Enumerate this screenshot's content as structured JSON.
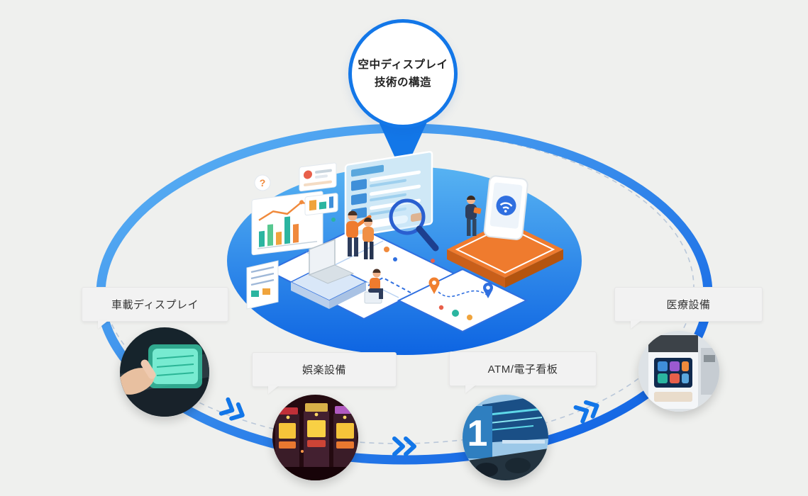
{
  "badge": {
    "line1": "空中ディスプレイ",
    "line2": "技術の構造"
  },
  "categories": [
    {
      "id": "car-display",
      "label": "車載ディスプレイ",
      "photo_icon": "car-display-photo"
    },
    {
      "id": "entertainment",
      "label": "娯楽設備",
      "photo_icon": "slot-machine-photo"
    },
    {
      "id": "atm-signage",
      "label": "ATM/電子看板",
      "photo_icon": "atm-signage-photo"
    },
    {
      "id": "medical",
      "label": "医療設備",
      "photo_icon": "medical-device-photo"
    }
  ],
  "flow_icons": [
    "chevron-right-double-icon",
    "chevron-right-double-icon",
    "chevron-right-double-icon"
  ],
  "illustration": "aerial-display-technology-isometric-illustration",
  "colors": {
    "background": "#eff0ee",
    "ring_gradient_start": "#5fb5f4",
    "ring_gradient_end": "#0a5ce2",
    "dashed_orbit": "#b9c7d9",
    "badge_border": "#1377e8",
    "chevron": "#1276e8",
    "label_background": "#f2f2f2",
    "label_text": "#333333",
    "disc_gradient_start": "#57b3f2",
    "disc_gradient_end": "#0d64e2"
  }
}
